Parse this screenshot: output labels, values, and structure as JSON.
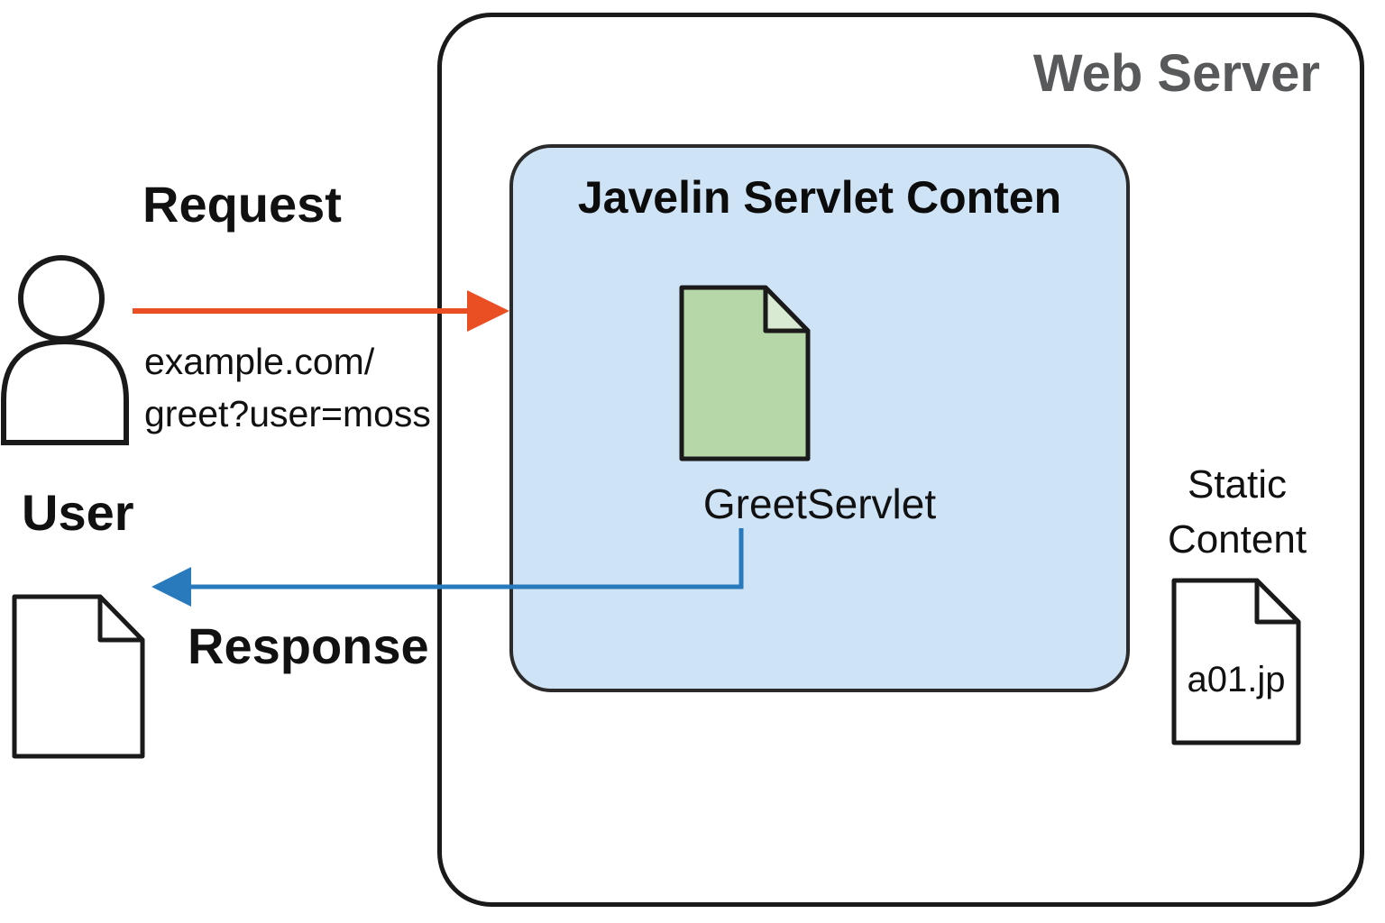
{
  "colors": {
    "orange": "#ea4f24",
    "blue": "#2979bd",
    "container-fill": "#cfe3f6",
    "container-border": "#2b2b2b",
    "doc-green": "#b6d7a8",
    "doc-green-fold": "#d9ead3",
    "web-server-label": "#58595b",
    "outline": "#1a1a1a"
  },
  "diagram": {
    "web_server": {
      "title": "Web Server"
    },
    "servlet_container": {
      "title": "Javelin Servlet Conten",
      "servlet_label": "GreetServlet"
    },
    "static_content": {
      "label_line1": "Static",
      "label_line2": "Content",
      "file_label": "a01.jp"
    },
    "user": {
      "label": "User"
    },
    "request": {
      "label": "Request",
      "url_line1": "example.com/",
      "url_line2": "greet?user=moss"
    },
    "response": {
      "label": "Response"
    }
  }
}
